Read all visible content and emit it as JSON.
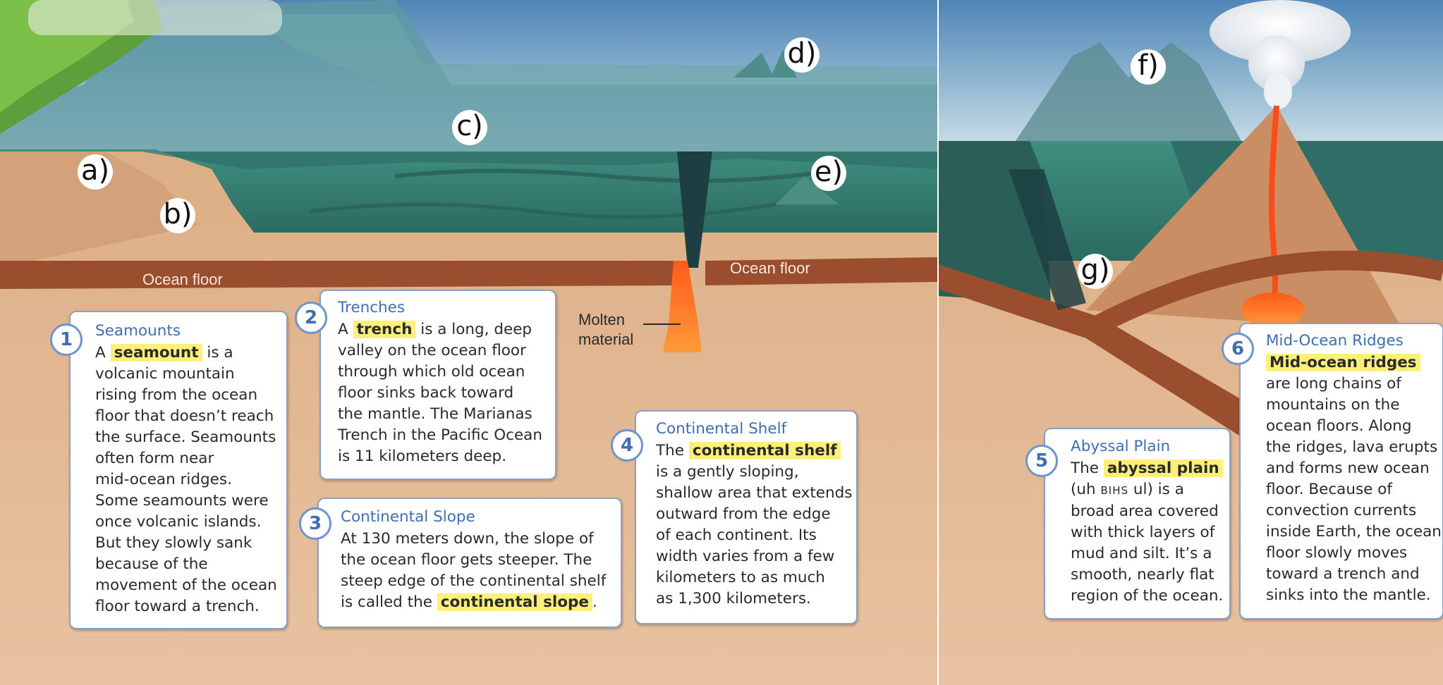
{
  "markers": {
    "a": "a)",
    "b": "b)",
    "c": "c)",
    "d": "d)",
    "e": "e)",
    "f": "f)",
    "g": "g)"
  },
  "labels": {
    "ocean_floor_left": "Ocean floor",
    "ocean_floor_right": "Ocean floor",
    "molten_line1": "Molten",
    "molten_line2": "material"
  },
  "cards": {
    "seamounts": {
      "number": "1",
      "title": "Seamounts",
      "pre": "A",
      "term": "seamount",
      "post": "is a",
      "lines": [
        "volcanic mountain",
        "rising from the ocean",
        "floor that doesn’t reach",
        "the surface. Seamounts",
        "often form near",
        "mid-ocean ridges.",
        "Some seamounts were",
        "once volcanic islands.",
        "But they slowly sank",
        "because of the",
        "movement of the ocean",
        "floor toward a trench."
      ]
    },
    "trenches": {
      "number": "2",
      "title": "Trenches",
      "pre": "A",
      "term": "trench",
      "post": "is a long, deep",
      "lines": [
        "valley on the ocean floor",
        "through which old ocean",
        "floor sinks back toward",
        "the mantle. The Marianas",
        "Trench in the Pacific Ocean",
        "is 11 kilometers deep."
      ]
    },
    "slope": {
      "number": "3",
      "title": "Continental Slope",
      "lines": [
        "At 130 meters down, the slope of",
        "the ocean floor gets steeper. The",
        "steep edge of the continental shelf"
      ],
      "last_pre": "is called the",
      "term": "continental slope",
      "last_post": "."
    },
    "shelf": {
      "number": "4",
      "title": "Continental Shelf",
      "pre": "The",
      "term": "continental shelf",
      "lines": [
        "is a gently sloping,",
        "shallow area that extends",
        "outward from the edge",
        "of each continent. Its",
        "width varies from a few",
        "kilometers to as much",
        "as 1,300 kilometers."
      ]
    },
    "abyssal": {
      "number": "5",
      "title": "Abyssal Plain",
      "pre": "The",
      "term": "abyssal plain",
      "pron_a": "(uh",
      "pron_b": "BIHS",
      "pron_c": "ul) is a",
      "lines": [
        "broad area covered",
        "with thick layers of",
        "mud and silt. It’s a",
        "smooth, nearly flat",
        "region of the ocean."
      ]
    },
    "ridges": {
      "number": "6",
      "title": "Mid-Ocean Ridges",
      "term": "Mid-ocean ridges",
      "lines": [
        "are long chains of",
        "mountains on the",
        "ocean floors. Along",
        "the ridges, lava erupts",
        "and forms new ocean",
        "floor. Because of",
        "convection currents",
        "inside Earth, the ocean",
        "floor slowly moves",
        "toward a trench and",
        "sinks into the mantle."
      ]
    }
  }
}
